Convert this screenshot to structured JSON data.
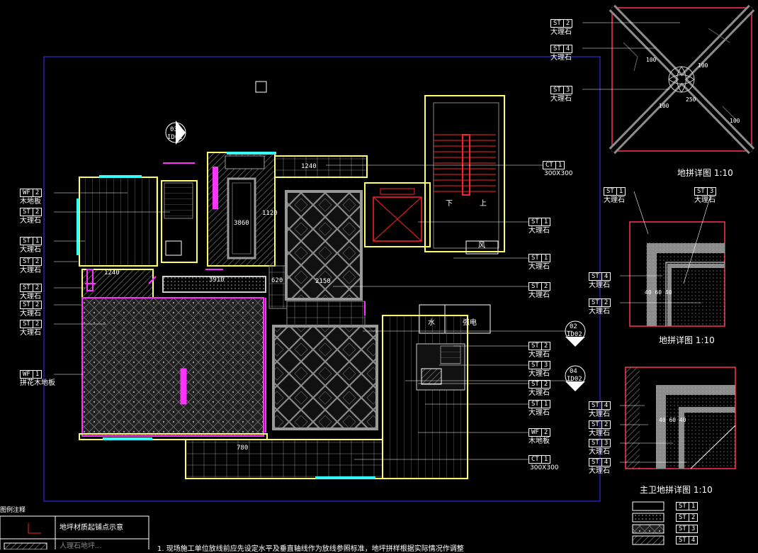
{
  "detail_titles": {
    "floor_mosaic_1": "地拼详图 1:10",
    "floor_mosaic_2": "地拼详图 1:10",
    "master_bath": "主卫地拼详图 1:10"
  },
  "legend": {
    "header": "图例注释",
    "row1": "地坪材质起铺点示意",
    "row2": "人理石地坪..."
  },
  "note": "1.  现场施工单位放线前应先设定水平及垂直轴线作为放线参照标准，地坪拼样根据实际情况作调整",
  "section_marks": [
    {
      "num": "03",
      "ref": "ID02"
    },
    {
      "num": "02",
      "ref": "ID02"
    },
    {
      "num": "04",
      "ref": "ID02"
    }
  ],
  "room_text": {
    "down": "下",
    "up": "上",
    "wind": "风",
    "water": "水",
    "electric": "强电"
  },
  "left_tags": [
    {
      "code": "WF",
      "num": "2",
      "mat": "木地板"
    },
    {
      "code": "ST",
      "num": "2",
      "mat": "大理石"
    },
    {
      "code": "ST",
      "num": "1",
      "mat": "大理石"
    },
    {
      "code": "ST",
      "num": "2",
      "mat": "大理石"
    },
    {
      "code": "ST",
      "num": "2",
      "mat": "大理石"
    },
    {
      "code": "ST",
      "num": "2",
      "mat": "大理石"
    },
    {
      "code": "ST",
      "num": "2",
      "mat": "大理石"
    },
    {
      "code": "WF",
      "num": "1",
      "mat": "拼花木地板"
    }
  ],
  "right_tags": [
    {
      "code": "CT",
      "num": "1",
      "mat": "300X300"
    },
    {
      "code": "ST",
      "num": "1",
      "mat": "大理石"
    },
    {
      "code": "ST",
      "num": "1",
      "mat": "大理石"
    },
    {
      "code": "ST",
      "num": "2",
      "mat": "大理石"
    },
    {
      "code": "ST",
      "num": "2",
      "mat": "大理石"
    },
    {
      "code": "ST",
      "num": "3",
      "mat": "大理石"
    },
    {
      "code": "ST",
      "num": "2",
      "mat": "大理石"
    },
    {
      "code": "ST",
      "num": "1",
      "mat": "大理石"
    },
    {
      "code": "WF",
      "num": "2",
      "mat": "木地板"
    },
    {
      "code": "CT",
      "num": "1",
      "mat": "300X300"
    }
  ],
  "detail1_tags": [
    {
      "code": "ST",
      "num": "2",
      "mat": "大理石"
    },
    {
      "code": "ST",
      "num": "4",
      "mat": "大理石"
    },
    {
      "code": "ST",
      "num": "3",
      "mat": "大理石"
    }
  ],
  "detail2_tags": [
    {
      "code": "ST",
      "num": "1",
      "mat": "大理石"
    },
    {
      "code": "ST",
      "num": "3",
      "mat": "大理石"
    },
    {
      "code": "ST",
      "num": "4",
      "mat": "大理石"
    },
    {
      "code": "ST",
      "num": "2",
      "mat": "大理石"
    }
  ],
  "detail3_tags": [
    {
      "code": "ST",
      "num": "4",
      "mat": "大理石"
    },
    {
      "code": "ST",
      "num": "2",
      "mat": "大理石"
    },
    {
      "code": "ST",
      "num": "3",
      "mat": "大理石"
    },
    {
      "code": "ST",
      "num": "4",
      "mat": "大理石"
    }
  ],
  "swatch_tags": [
    {
      "code": "ST",
      "num": "1"
    },
    {
      "code": "ST",
      "num": "2"
    },
    {
      "code": "ST",
      "num": "3"
    },
    {
      "code": "ST",
      "num": "4"
    }
  ],
  "dimensions": [
    "100",
    "100",
    "100",
    "100",
    "250",
    "40 60 40",
    "40 60 40",
    "1120",
    "3910",
    "620",
    "1240",
    "2150",
    "3860",
    "1240",
    "780"
  ],
  "colors": {
    "background": "#000000",
    "wall": "#ffff66",
    "accent_magenta": "#ff33ff",
    "accent_cyan": "#33ffff",
    "stair_red": "#ff2222",
    "frame_blue": "#3333ff",
    "detail_red": "#ff3355",
    "gray_fill": "#8c8c8c",
    "text": "#ffffff"
  }
}
